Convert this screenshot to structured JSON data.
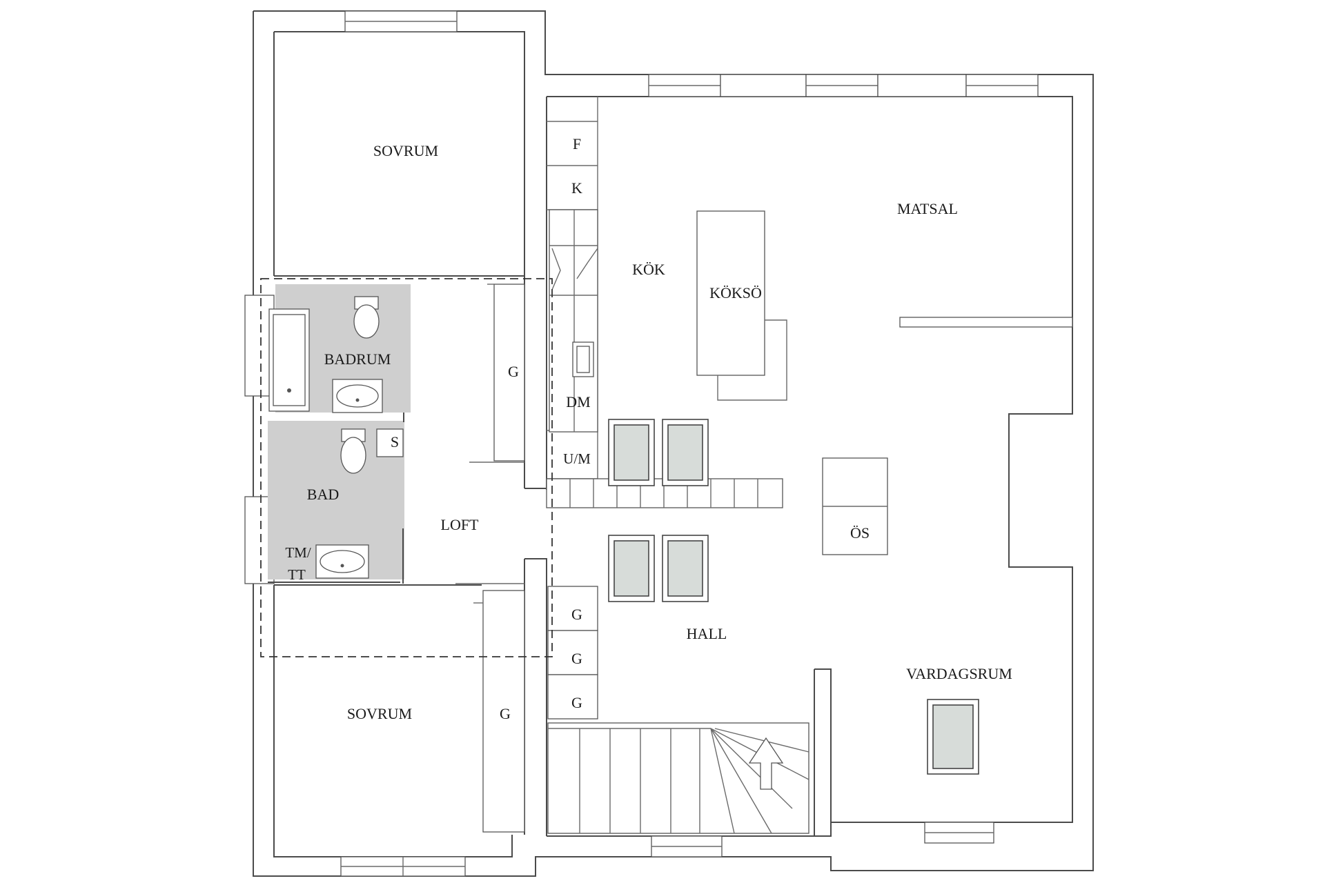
{
  "floorplan": {
    "rooms": {
      "sovrum_top": "SOVRUM",
      "sovrum_bottom": "SOVRUM",
      "badrum": "BADRUM",
      "bad": "BAD",
      "tm_tt_line1": "TM/",
      "tm_tt_line2": "TT",
      "s": "S",
      "loft": "LOFT",
      "kok": "KÖK",
      "koksO": "KÖKSÖ",
      "matsal": "MATSAL",
      "os": "ÖS",
      "hall": "HALL",
      "vardagsrum": "VARDAGSRUM"
    },
    "fixtures": {
      "f": "F",
      "k": "K",
      "dm": "DM",
      "um": "U/M",
      "g_loft": "G",
      "g_sovrum": "G",
      "g_hall_1": "G",
      "g_hall_2": "G",
      "g_hall_3": "G"
    },
    "icons": {
      "entrance_arrow": "arrow-up-icon",
      "sink": "sink-icon",
      "toilet": "toilet-icon",
      "bathtub": "bathtub-icon",
      "skylight": "skylight-window-icon"
    }
  }
}
